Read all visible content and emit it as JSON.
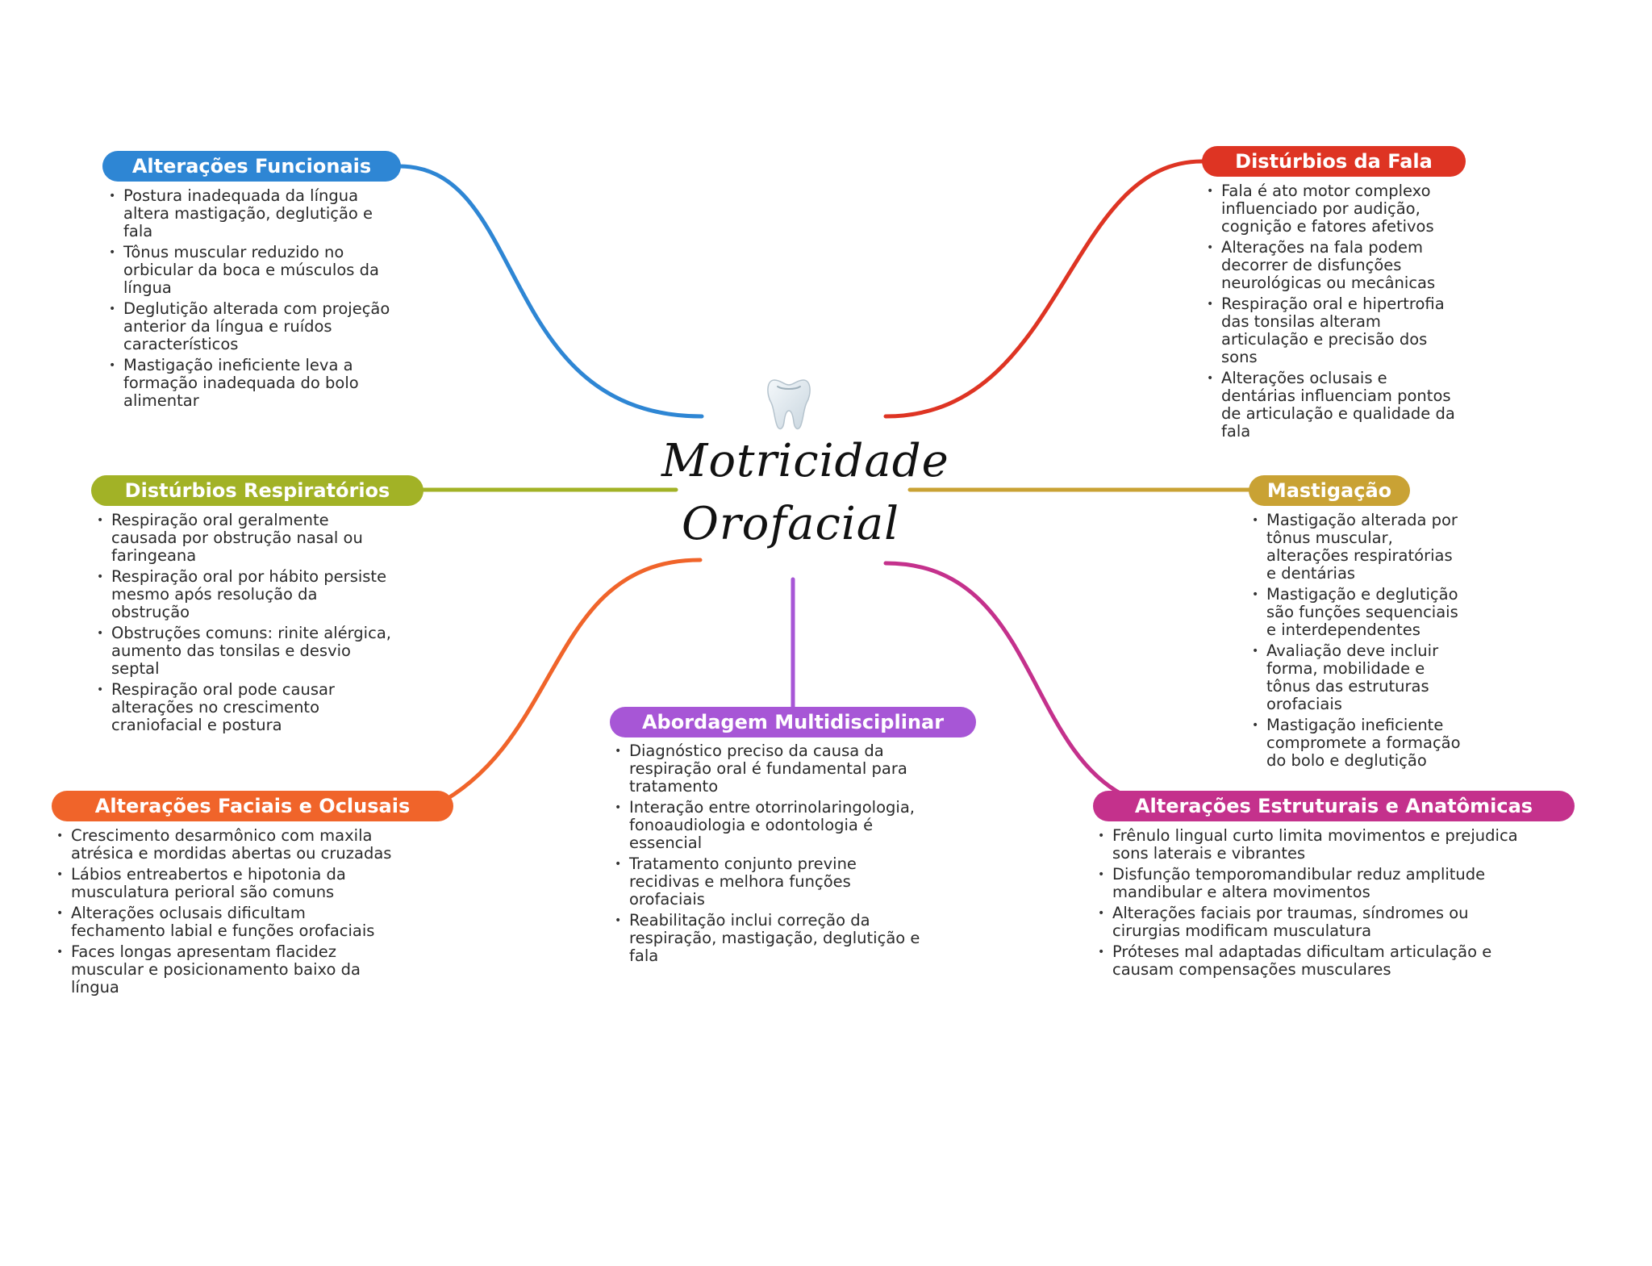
{
  "center": {
    "title_line1": "Motricidade",
    "title_line2": "Orofacial",
    "icon": "tooth-icon"
  },
  "branches": [
    {
      "id": "alteracoes-funcionais",
      "title": "Alterações Funcionais",
      "color": "#2E86D4",
      "items": [
        "Postura inadequada da língua altera mastigação, deglutição e fala",
        "Tônus muscular reduzido no orbicular da boca e músculos da língua",
        "Deglutição alterada com projeção anterior da língua e ruídos característicos",
        "Mastigação ineficiente leva a formação inadequada do bolo alimentar"
      ]
    },
    {
      "id": "disturbios-respiratorios",
      "title": "Distúrbios Respiratórios",
      "color": "#A2B226",
      "items": [
        "Respiração oral geralmente causada por obstrução nasal ou faringeana",
        "Respiração oral por hábito persiste mesmo após resolução da obstrução",
        "Obstruções comuns: rinite alérgica, aumento das tonsilas e desvio septal",
        "Respiração oral pode causar alterações no crescimento craniofacial e postura"
      ]
    },
    {
      "id": "alteracoes-faciais-oclusais",
      "title": "Alterações Faciais e Oclusais",
      "color": "#F0642A",
      "items": [
        "Crescimento desarmônico com maxila atrésica e mordidas abertas ou cruzadas",
        "Lábios entreabertos e hipotonia da musculatura perioral são comuns",
        "Alterações oclusais dificultam fechamento labial e funções orofaciais",
        "Faces longas apresentam flacidez muscular e posicionamento baixo da língua"
      ]
    },
    {
      "id": "abordagem-multidisciplinar",
      "title": "Abordagem Multidisciplinar",
      "color": "#A756D6",
      "items": [
        "Diagnóstico preciso da causa da respiração oral é fundamental para tratamento",
        "Interação entre otorrinolaringologia, fonoaudiologia e odontologia é essencial",
        "Tratamento conjunto previne recidivas e melhora funções orofaciais",
        "Reabilitação inclui correção da respiração, mastigação, deglutição e fala"
      ]
    },
    {
      "id": "disturbios-fala",
      "title": "Distúrbios da Fala",
      "color": "#DE3423",
      "items": [
        "Fala é ato motor complexo influenciado por audição, cognição e fatores afetivos",
        "Alterações na fala podem decorrer de disfunções neurológicas ou mecânicas",
        "Respiração oral e hipertrofia das tonsilas alteram articulação e precisão dos sons",
        "Alterações oclusais e dentárias influenciam pontos de articulação e qualidade da fala"
      ]
    },
    {
      "id": "mastigacao",
      "title": "Mastigação",
      "color": "#C9A234",
      "items": [
        "Mastigação alterada por tônus muscular, alterações respiratórias e dentárias",
        "Mastigação e deglutição são funções sequenciais e interdependentes",
        "Avaliação deve incluir forma, mobilidade e tônus das estruturas orofaciais",
        "Mastigação ineficiente compromete a formação do bolo e deglutição"
      ]
    },
    {
      "id": "alteracoes-estruturais",
      "title": "Alterações Estruturais e Anatômicas",
      "color": "#C4318C",
      "items": [
        "Frênulo lingual curto limita movimentos e prejudica sons laterais e vibrantes",
        "Disfunção temporomandibular reduz amplitude mandibular e altera movimentos",
        "Alterações faciais por traumas, síndromes ou cirurgias modificam musculatura",
        "Próteses mal adaptadas dificultam articulação e causam compensações musculares"
      ]
    }
  ]
}
